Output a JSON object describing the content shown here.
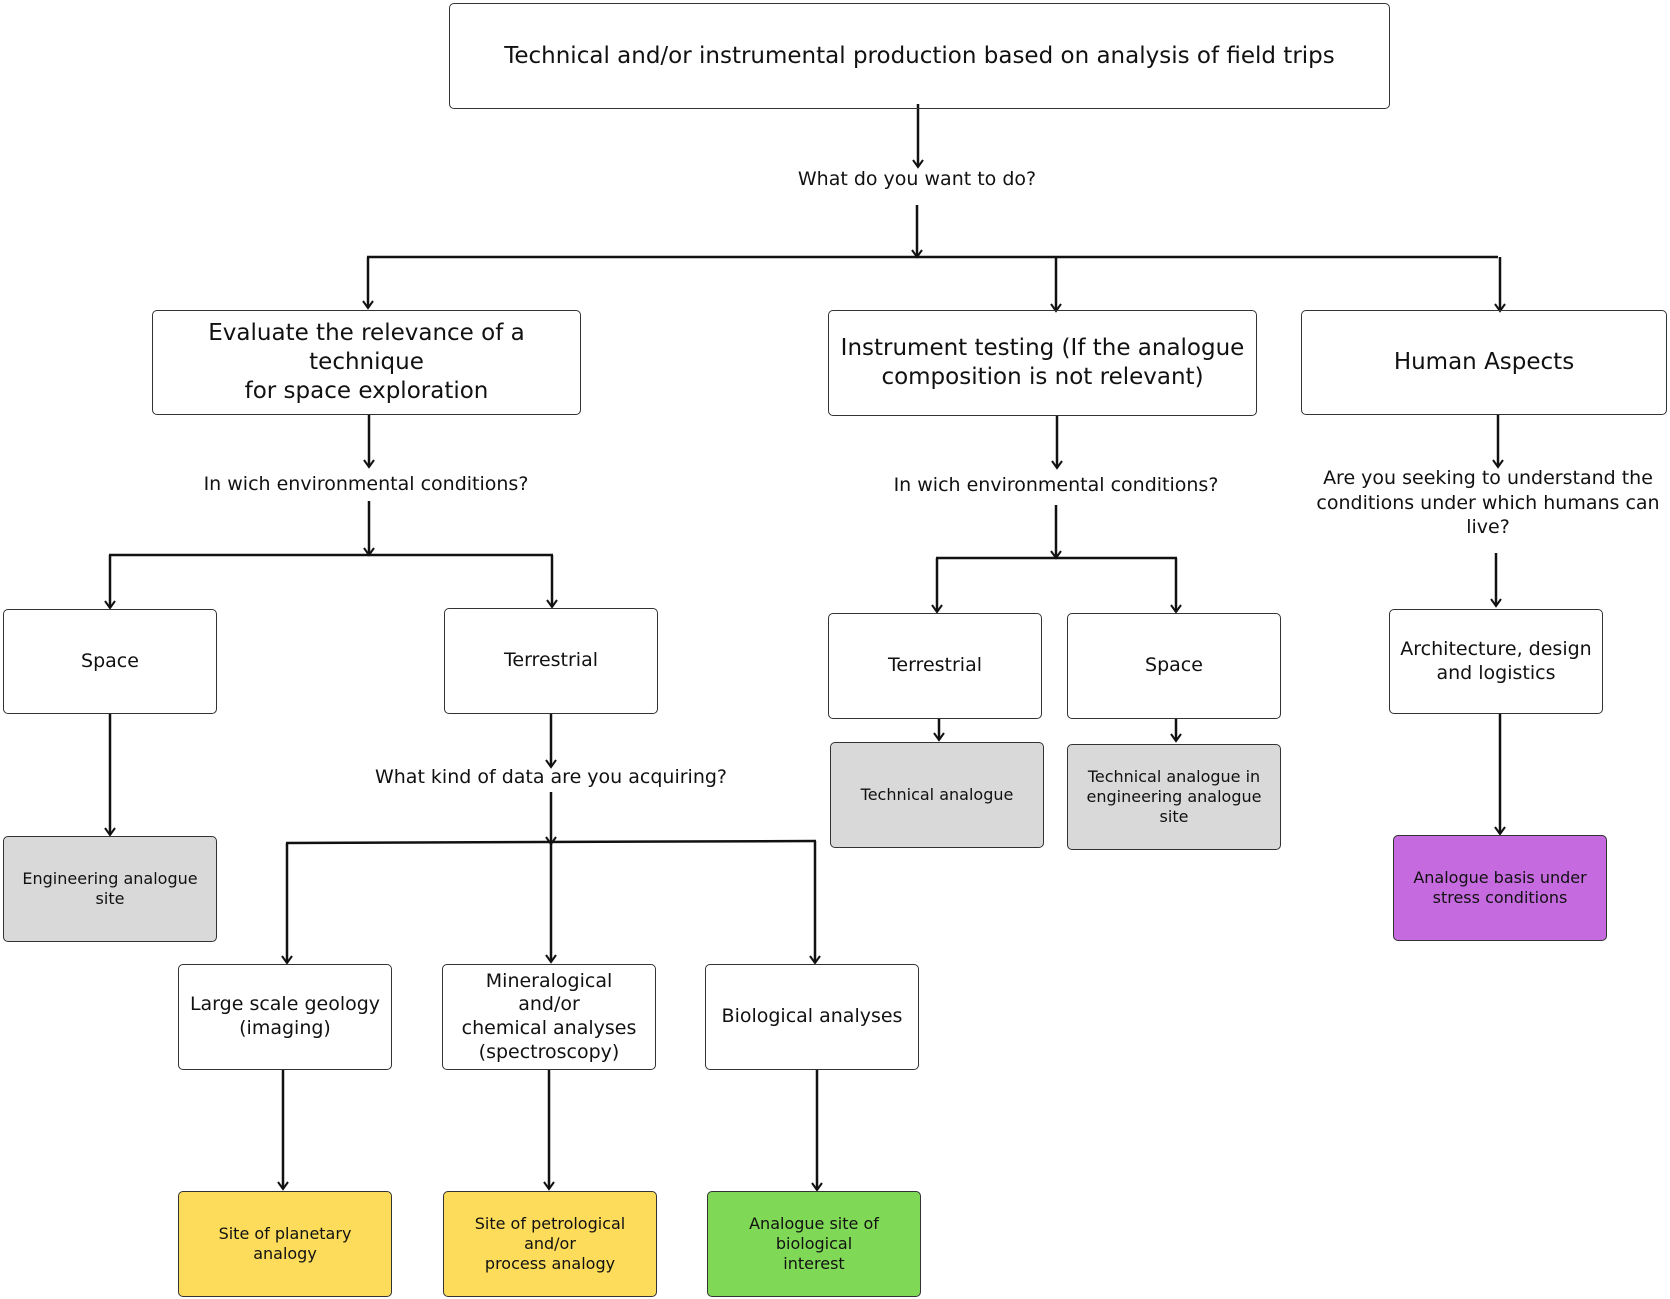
{
  "root": {
    "label": "Technical and/or instrumental production based on analysis of field trips"
  },
  "questions": {
    "what_to_do": "What do you want to do?",
    "conditions_left": "In wich environmental conditions?",
    "conditions_mid": "In wich environmental conditions?",
    "data_kind": "What kind of data are you acquiring?",
    "human_question": "Are you seeking to understand the\nconditions under which humans can\nlive?"
  },
  "branches": {
    "evaluate": "Evaluate the relevance of a technique\nfor space exploration",
    "instrument": "Instrument testing (If the analogue\ncomposition is not relevant)",
    "human": "Human Aspects"
  },
  "nodes": {
    "space_left": "Space",
    "terrestrial_left": "Terrestrial",
    "terrestrial_mid": "Terrestrial",
    "space_mid": "Space",
    "architecture": "Architecture, design\nand logistics",
    "large_scale": "Large scale geology\n(imaging)",
    "mineralogical": "Mineralogical and/or\nchemical analyses\n(spectroscopy)",
    "biological": "Biological analyses"
  },
  "outcomes": {
    "engineering_site": "Engineering analogue site",
    "technical_analogue": "Technical analogue",
    "technical_in_engineering": "Technical analogue in\nengineering analogue site",
    "stress_basis": "Analogue basis under\nstress conditions",
    "planetary": "Site of planetary analogy",
    "petrological": "Site of petrological and/or\nprocess analogy",
    "bio_interest": "Analogue site of biological\ninterest"
  },
  "colors": {
    "grey": "#d9d9d9",
    "yellow": "#fcdc5a",
    "green": "#7fd957",
    "purple": "#c66ae0",
    "line": "#111111"
  }
}
